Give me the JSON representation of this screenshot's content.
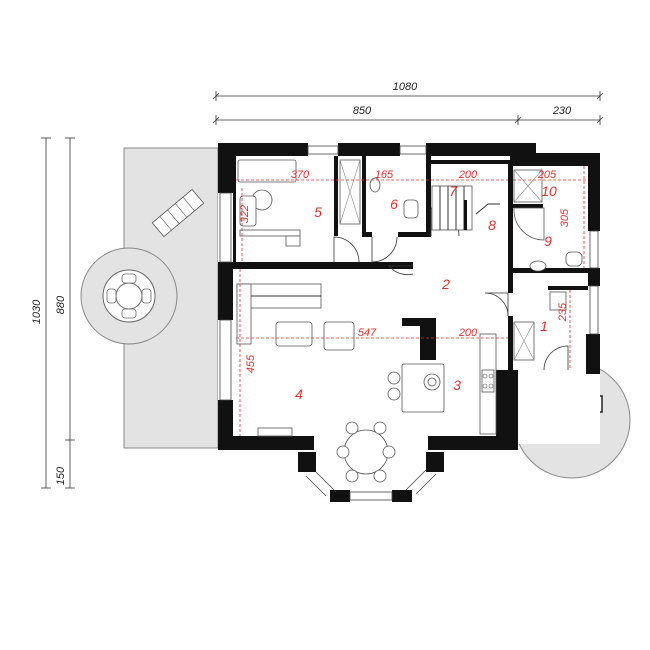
{
  "dimensions": {
    "total_width": "1080",
    "width_left": "850",
    "width_right": "230",
    "total_depth": "1030",
    "depth_main": "880",
    "depth_bay": "150"
  },
  "room_numbers": {
    "r1": "1",
    "r2": "2",
    "r3": "3",
    "r4": "4",
    "r5": "5",
    "r6": "6",
    "r7": "7",
    "r8": "8",
    "r9": "9",
    "r10": "10"
  },
  "room_dimensions": {
    "d370": "370",
    "d165": "165",
    "d200_top": "200",
    "d205": "205",
    "d305": "305",
    "d322": "322",
    "d547": "547",
    "d200_mid": "200",
    "d235": "235",
    "d455": "455"
  },
  "colors": {
    "wall": "#111111",
    "dimension_red": "#e5322d",
    "terrace_gray": "#e3e3e3"
  }
}
